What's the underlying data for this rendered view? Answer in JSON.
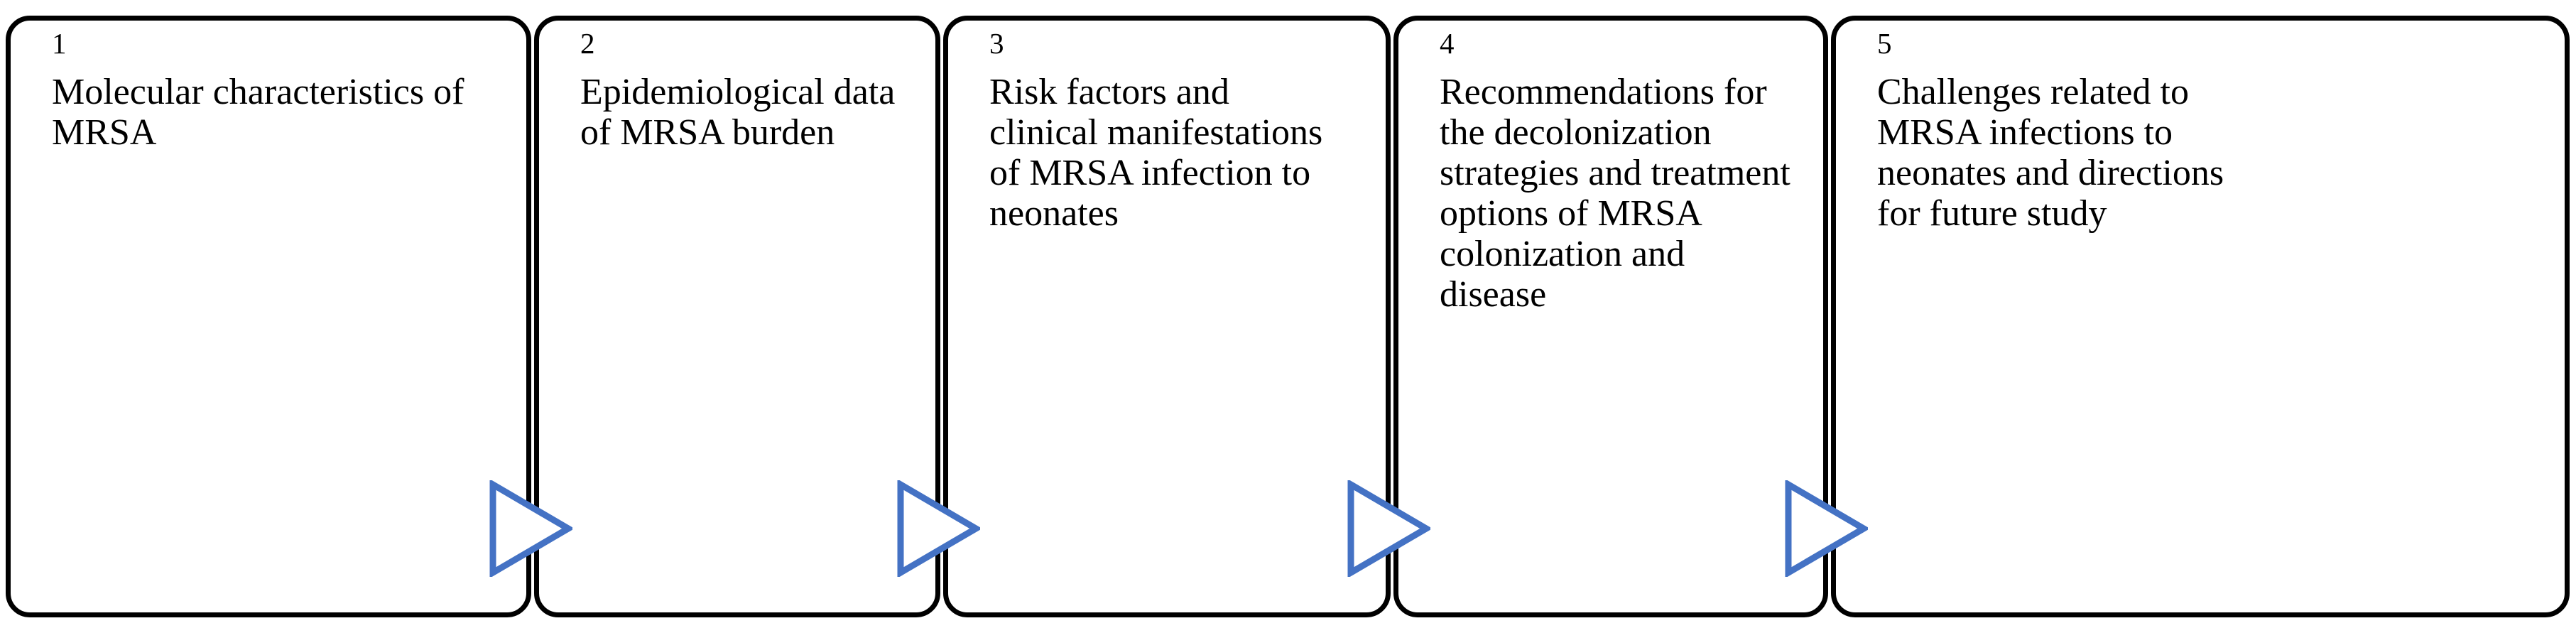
{
  "diagram": {
    "type": "process-flow",
    "orientation": "horizontal",
    "title": "",
    "colors": {
      "box_border": "#000000",
      "box_fill": "#ffffff",
      "text": "#000000",
      "arrow_stroke": "#4472c4",
      "arrow_fill": "#ffffff",
      "background": "#ffffff"
    },
    "stages": [
      {
        "number": "1",
        "text": "Molecular characteristics of MRSA"
      },
      {
        "number": "2",
        "text": "Epidemiological data of MRSA burden"
      },
      {
        "number": "3",
        "text": "Risk factors and clinical manifestations of MRSA infection to neonates"
      },
      {
        "number": "4",
        "text": "Recommendations for the decolonization strategies and treatment options of MRSA colonization and disease"
      },
      {
        "number": "5",
        "text": "Challenges related to MRSA infections to neonates and directions for future study"
      }
    ],
    "connectors": [
      {
        "icon": "chevron-right-icon",
        "from": "1",
        "to": "2"
      },
      {
        "icon": "chevron-right-icon",
        "from": "2",
        "to": "3"
      },
      {
        "icon": "chevron-right-icon",
        "from": "3",
        "to": "4"
      },
      {
        "icon": "chevron-right-icon",
        "from": "4",
        "to": "5"
      }
    ]
  }
}
